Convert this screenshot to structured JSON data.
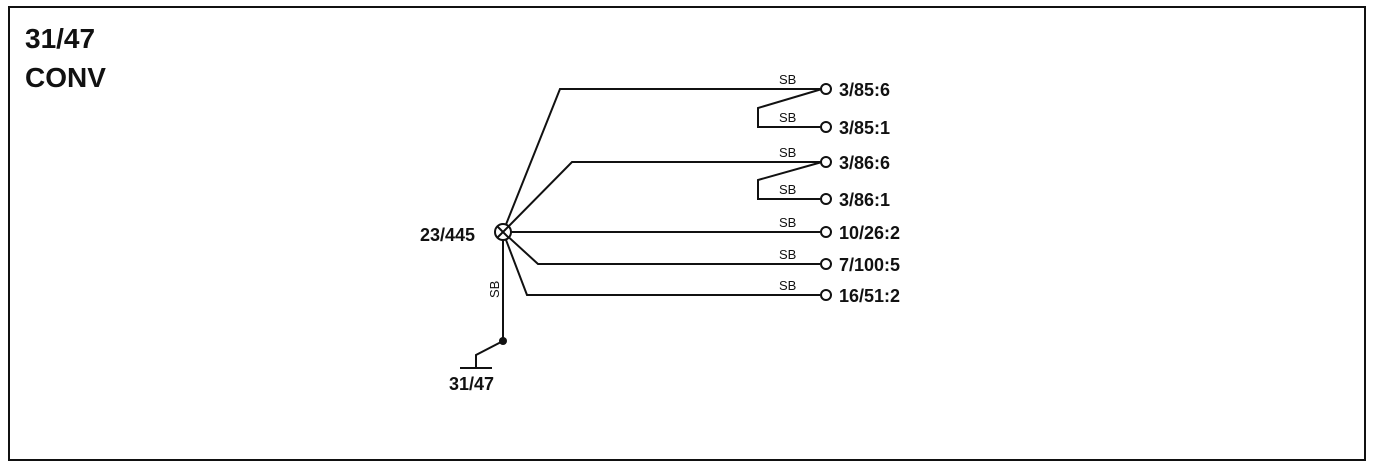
{
  "title": {
    "line1": "31/47",
    "line2": "CONV"
  },
  "splice": {
    "label": "23/445"
  },
  "ground": {
    "label": "31/47",
    "wire_color": "SB"
  },
  "connectors": [
    {
      "label": "3/85:6",
      "wire_color": "SB"
    },
    {
      "label": "3/85:1",
      "wire_color": "SB"
    },
    {
      "label": "3/86:6",
      "wire_color": "SB"
    },
    {
      "label": "3/86:1",
      "wire_color": "SB"
    },
    {
      "label": "10/26:2",
      "wire_color": "SB"
    },
    {
      "label": "7/100:5",
      "wire_color": "SB"
    },
    {
      "label": "16/51:2",
      "wire_color": "SB"
    }
  ]
}
